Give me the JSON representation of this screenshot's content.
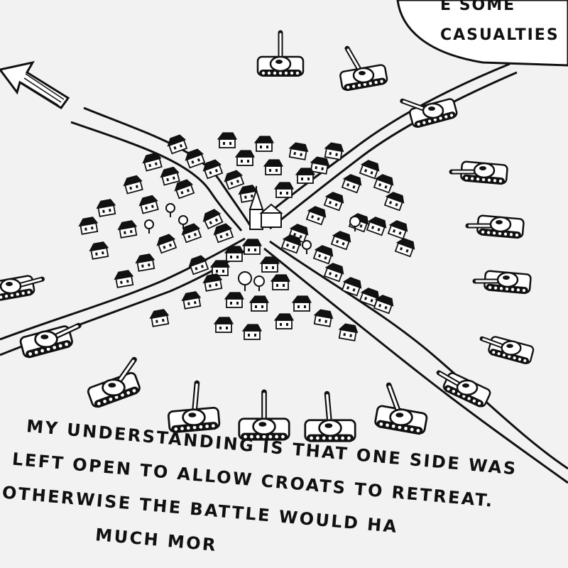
{
  "speech_bubble": {
    "line1": "E SOME",
    "line2": "CASUALTIES"
  },
  "caption": {
    "line1": "MY UNDERSTANDING IS THAT ONE SIDE WAS",
    "line2": "LEFT OPEN TO ALLOW CROATS TO RETREAT.",
    "line3": "OTHERWISE THE BATTLE WOULD HA",
    "line4": "MUCH MOR"
  },
  "colors": {
    "ink": "#111111",
    "paper": "#f2f2f2",
    "fill": "#ffffff"
  },
  "icons": [
    "retreat-arrow-icon",
    "tank-icon",
    "house-icon",
    "church-icon",
    "tree-icon"
  ]
}
